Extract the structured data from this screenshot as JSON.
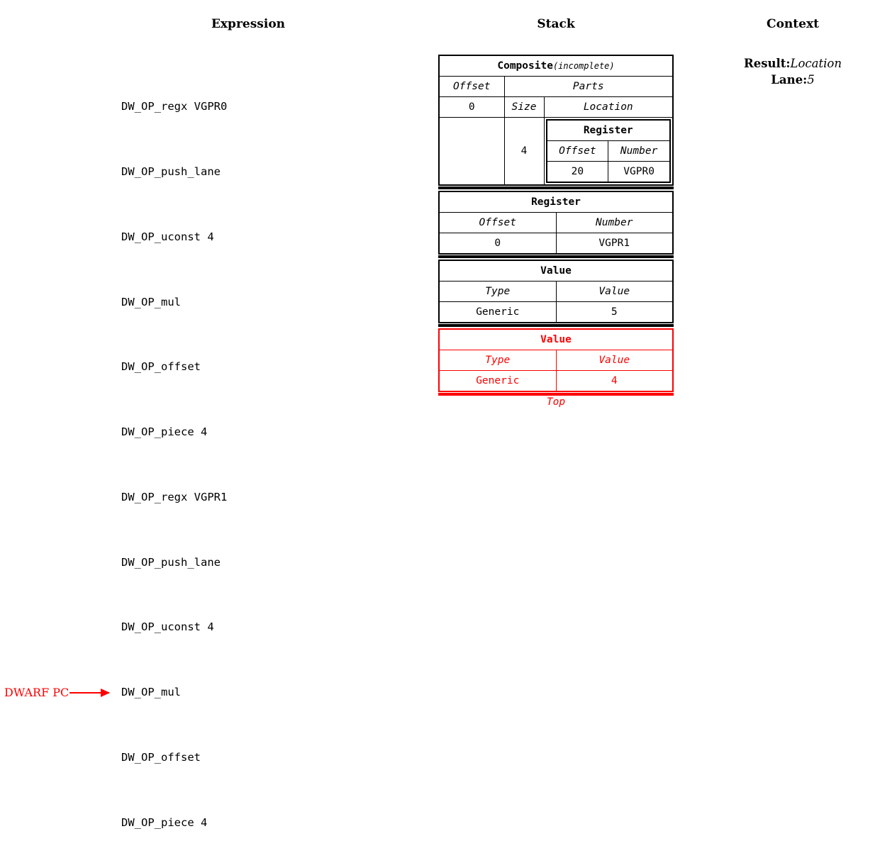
{
  "headers": {
    "expression": "Expression",
    "stack": "Stack",
    "context": "Context"
  },
  "expression": {
    "operations": [
      "DW_OP_regx VGPR0",
      "DW_OP_push_lane",
      "DW_OP_uconst 4",
      "DW_OP_mul",
      "DW_OP_offset",
      "DW_OP_piece 4",
      "DW_OP_regx VGPR1",
      "DW_OP_push_lane",
      "DW_OP_uconst 4",
      "DW_OP_mul",
      "DW_OP_offset",
      "DW_OP_piece 4"
    ],
    "pc_marker": {
      "label": "DWARF PC",
      "points_to_index": 9,
      "color": "#fe0000"
    }
  },
  "context": {
    "rows": [
      {
        "key": "Result:",
        "value": "Location"
      },
      {
        "key": "Lane:",
        "value": "5"
      }
    ]
  },
  "stack": {
    "top_label": "Top",
    "highlight_color": "#fe0000",
    "entries": [
      {
        "kind": "composite",
        "title": "Composite",
        "title_suffix": "(incomplete)",
        "col_offset_header": "Offset",
        "col_offset_value": "0",
        "parts_header": "Parts",
        "part_size_header": "Size",
        "part_location_header": "Location",
        "part_size_value": "4",
        "nested": {
          "title": "Register",
          "headers": [
            "Offset",
            "Number"
          ],
          "values": [
            "20",
            "VGPR0"
          ]
        }
      },
      {
        "kind": "register",
        "title": "Register",
        "headers": [
          "Offset",
          "Number"
        ],
        "values": [
          "0",
          "VGPR1"
        ]
      },
      {
        "kind": "value",
        "title": "Value",
        "headers": [
          "Type",
          "Value"
        ],
        "values": [
          "Generic",
          "5"
        ]
      },
      {
        "kind": "value",
        "highlighted": true,
        "title": "Value",
        "headers": [
          "Type",
          "Value"
        ],
        "values": [
          "Generic",
          "4"
        ]
      }
    ]
  }
}
